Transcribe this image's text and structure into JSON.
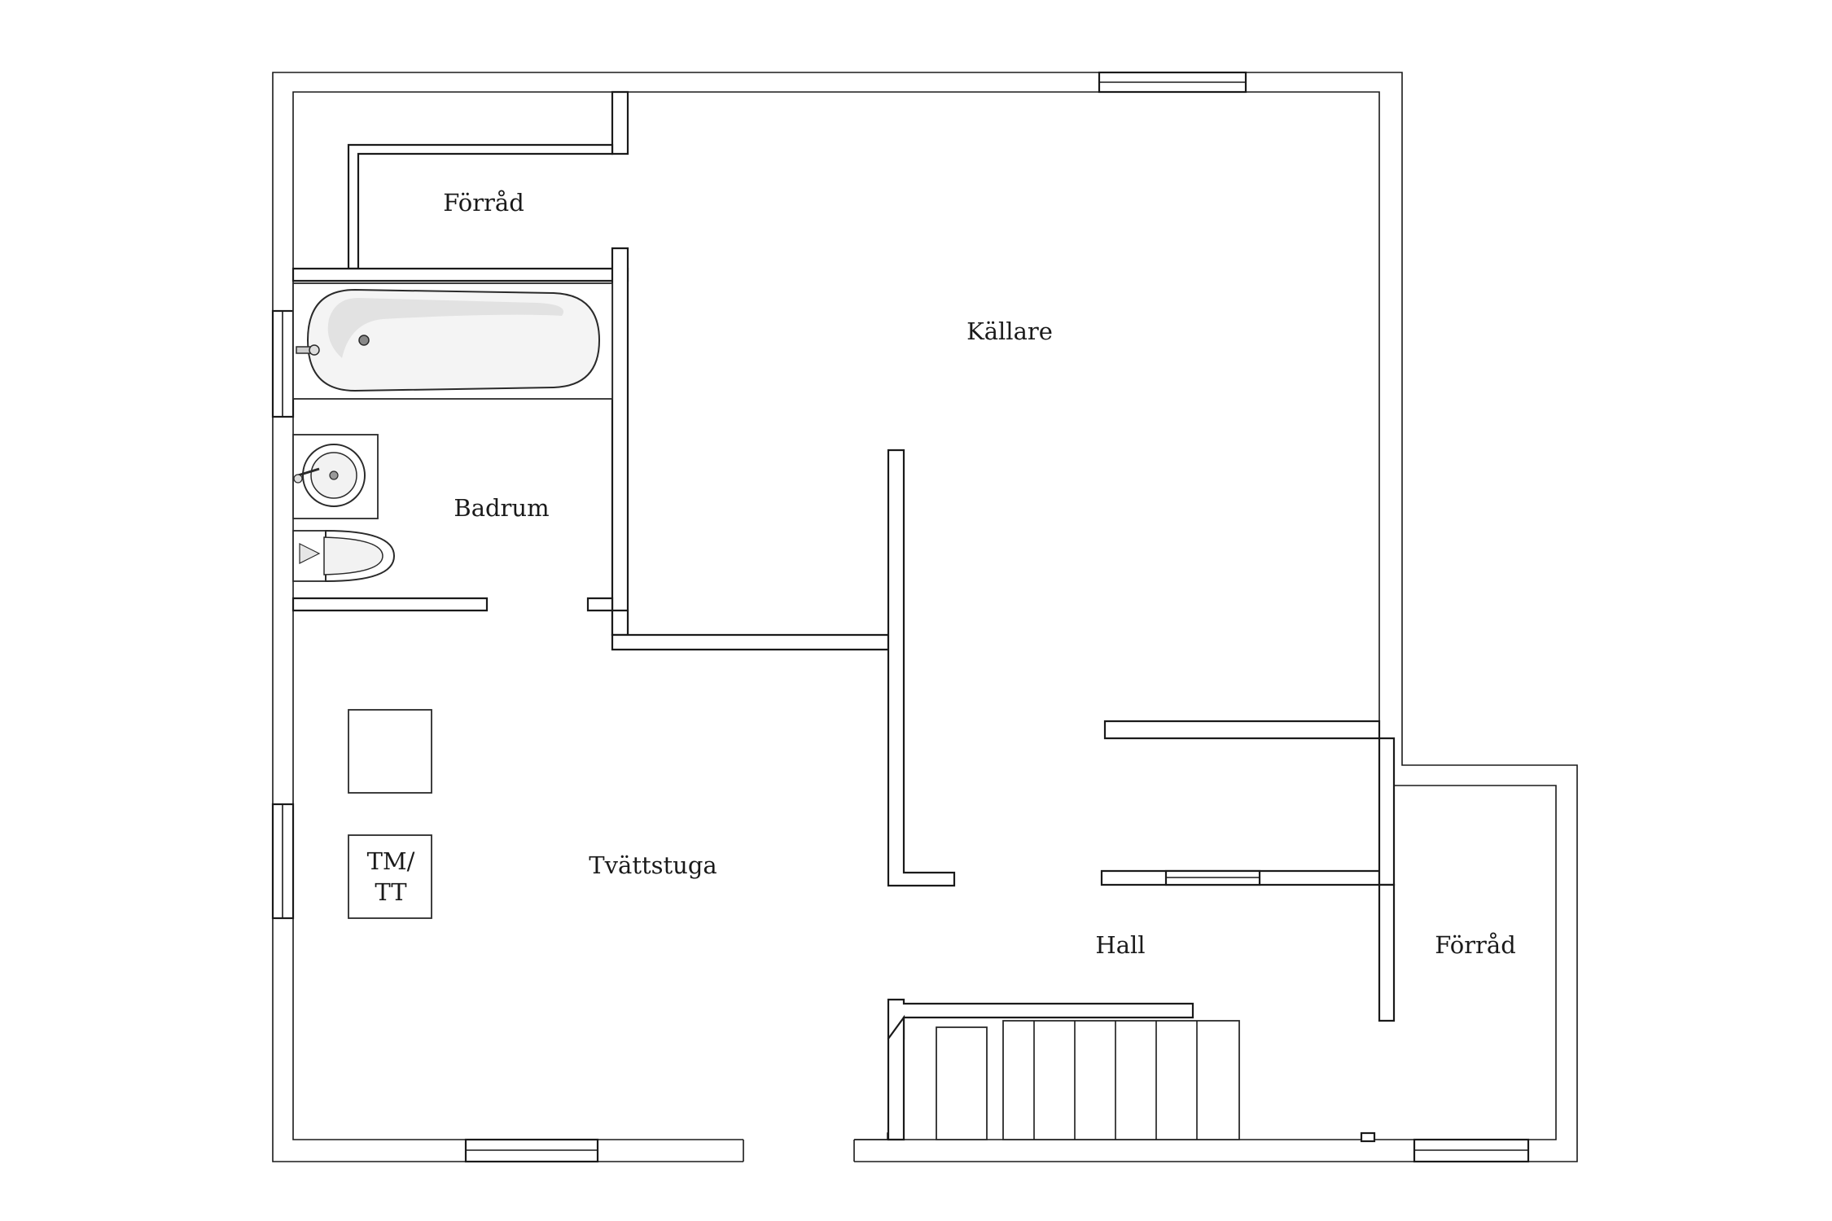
{
  "rooms": {
    "storage_top": "Förråd",
    "basement": "Källare",
    "bathroom": "Badrum",
    "laundry": "Tvättstuga",
    "hall": "Hall",
    "storage_right": "Förråd"
  },
  "fixtures": {
    "washer_dryer_line1": "TM/",
    "washer_dryer_line2": "TT"
  }
}
